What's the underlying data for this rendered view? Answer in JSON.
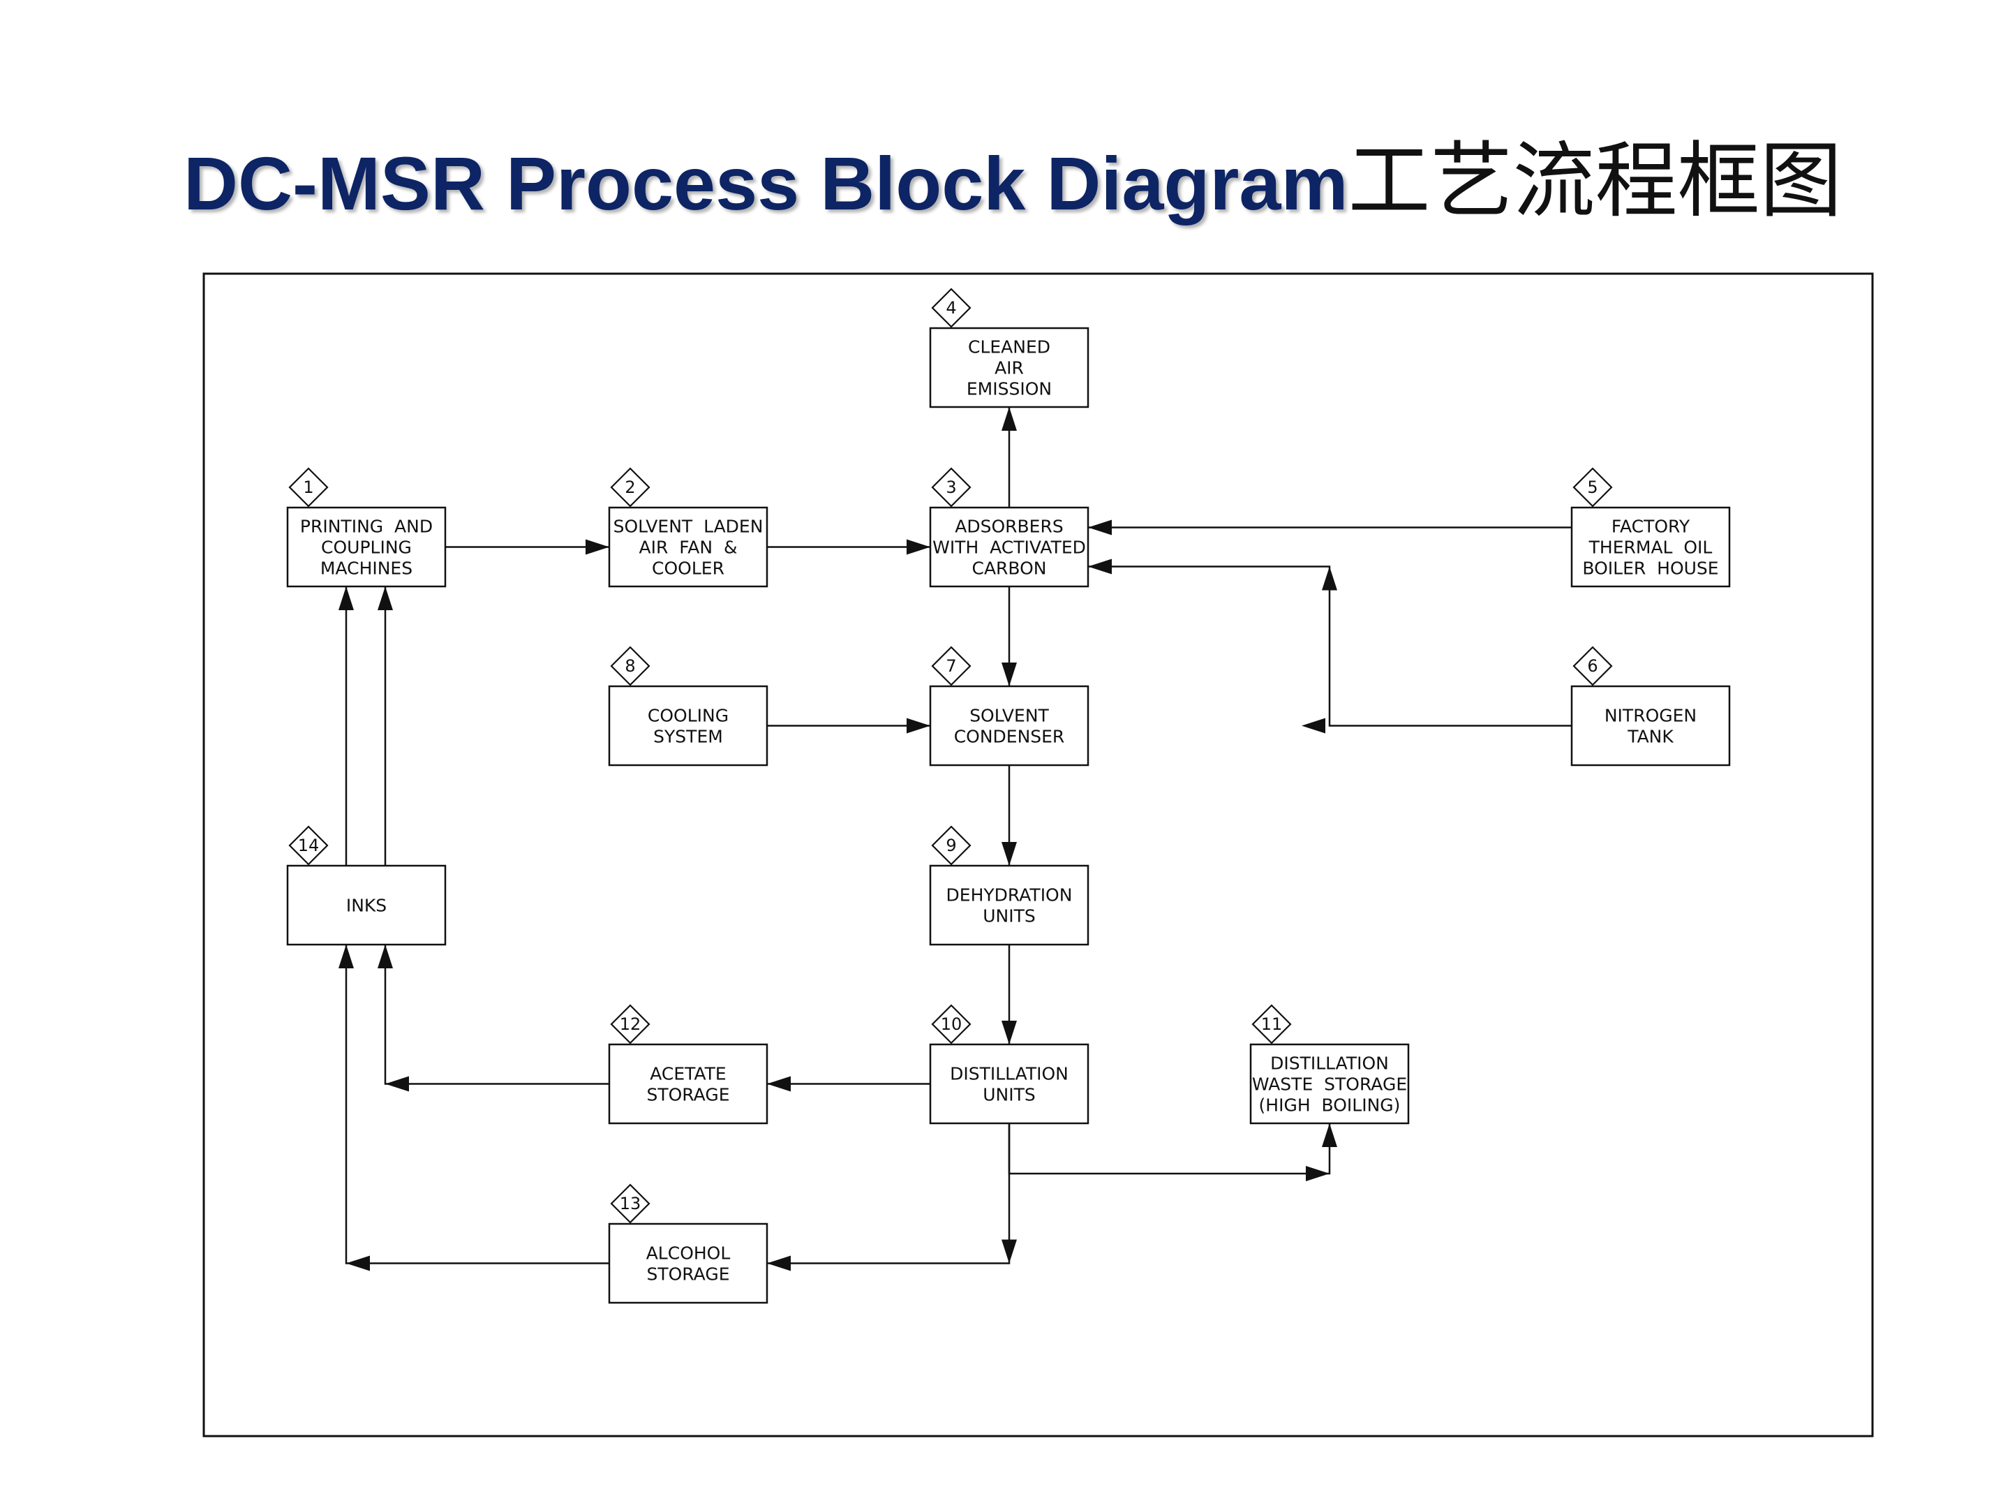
{
  "title": {
    "english": "DC-MSR Process Block Diagram",
    "chinese": "工艺流程框图"
  },
  "colors": {
    "title_blue": "#0d2465",
    "line": "#111111",
    "background": "#ffffff"
  },
  "nodes": [
    {
      "id": "1",
      "lines": [
        "PRINTING  AND",
        "COUPLING",
        "MACHINES"
      ]
    },
    {
      "id": "2",
      "lines": [
        "SOLVENT  LADEN",
        "AIR  FAN  &",
        "COOLER"
      ]
    },
    {
      "id": "3",
      "lines": [
        "ADSORBERS",
        "WITH  ACTIVATED",
        "CARBON"
      ]
    },
    {
      "id": "4",
      "lines": [
        "CLEANED",
        "AIR",
        "EMISSION"
      ]
    },
    {
      "id": "5",
      "lines": [
        "FACTORY",
        "THERMAL  OIL",
        "BOILER  HOUSE"
      ]
    },
    {
      "id": "6",
      "lines": [
        "NITROGEN",
        "TANK"
      ]
    },
    {
      "id": "7",
      "lines": [
        "SOLVENT",
        "CONDENSER"
      ]
    },
    {
      "id": "8",
      "lines": [
        "COOLING",
        "SYSTEM"
      ]
    },
    {
      "id": "9",
      "lines": [
        "DEHYDRATION",
        "UNITS"
      ]
    },
    {
      "id": "10",
      "lines": [
        "DISTILLATION",
        "UNITS"
      ]
    },
    {
      "id": "11",
      "lines": [
        "DISTILLATION",
        "WASTE  STORAGE",
        "(HIGH  BOILING)"
      ]
    },
    {
      "id": "12",
      "lines": [
        "ACETATE",
        "STORAGE"
      ]
    },
    {
      "id": "13",
      "lines": [
        "ALCOHOL",
        "STORAGE"
      ]
    },
    {
      "id": "14",
      "lines": [
        "INKS"
      ]
    }
  ],
  "edges": [
    {
      "from": "1",
      "to": "2"
    },
    {
      "from": "2",
      "to": "3"
    },
    {
      "from": "3",
      "to": "4"
    },
    {
      "from": "5",
      "to": "3"
    },
    {
      "from": "6",
      "to": "3"
    },
    {
      "from": "3",
      "to": "7"
    },
    {
      "from": "8",
      "to": "7"
    },
    {
      "from": "7",
      "to": "9"
    },
    {
      "from": "9",
      "to": "10"
    },
    {
      "from": "10",
      "to": "12"
    },
    {
      "from": "10",
      "to": "11"
    },
    {
      "from": "10",
      "to": "13"
    },
    {
      "from": "12",
      "to": "14"
    },
    {
      "from": "13",
      "to": "14"
    },
    {
      "from": "14",
      "to": "1"
    }
  ]
}
